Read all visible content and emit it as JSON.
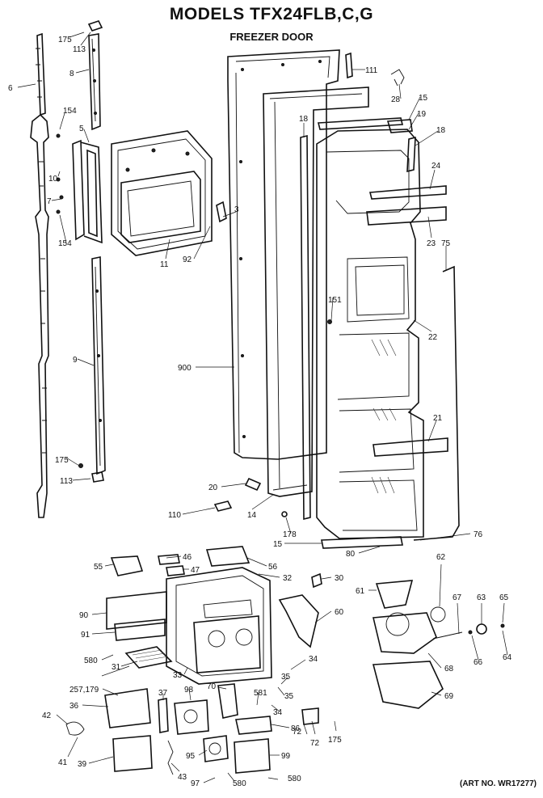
{
  "title": "MODELS TFX24FLB,C,G",
  "subtitle": "FREEZER DOOR",
  "art_no": "(ART NO. WR17277)",
  "callouts": {
    "c175a": "175",
    "c113a": "113",
    "c6": "6",
    "c8": "8",
    "c154a": "154",
    "c5": "5",
    "c10": "10",
    "c7": "7",
    "c154b": "154",
    "c11": "11",
    "c92": "92",
    "c3": "3",
    "c111": "111",
    "c28": "28",
    "c15a": "15",
    "c19": "19",
    "c18a": "18",
    "c18b": "18",
    "c24": "24",
    "c23": "23",
    "c75": "75",
    "c151": "151",
    "c22": "22",
    "c900": "900",
    "c9": "9",
    "c21": "21",
    "c175b": "175",
    "c113b": "113",
    "c20": "20",
    "c110": "110",
    "c14": "14",
    "c178": "178",
    "c15b": "15",
    "c76": "76",
    "c80": "80",
    "c55": "55",
    "c46": "46",
    "c47": "47",
    "c56": "56",
    "c32": "32",
    "c30": "30",
    "c62": "62",
    "c61": "61",
    "c67": "67",
    "c63": "63",
    "c65": "65",
    "c90": "90",
    "c60": "60",
    "c91": "91",
    "c580a": "580",
    "c31": "31",
    "c33": "33",
    "c34a": "34",
    "c35a": "35",
    "c68": "68",
    "c66": "66",
    "c64": "64",
    "c257": "257,179",
    "c37": "37",
    "c98": "98",
    "c70": "70",
    "c581": "581",
    "c35b": "35",
    "c36": "36",
    "c34b": "34",
    "c69": "69",
    "c42": "42",
    "c86": "86",
    "c72a": "72",
    "c175c": "175",
    "c72b": "72",
    "c41": "41",
    "c39": "39",
    "c95": "95",
    "c99": "99",
    "c43": "43",
    "c97": "97",
    "c580b": "580",
    "c580c": "580"
  }
}
